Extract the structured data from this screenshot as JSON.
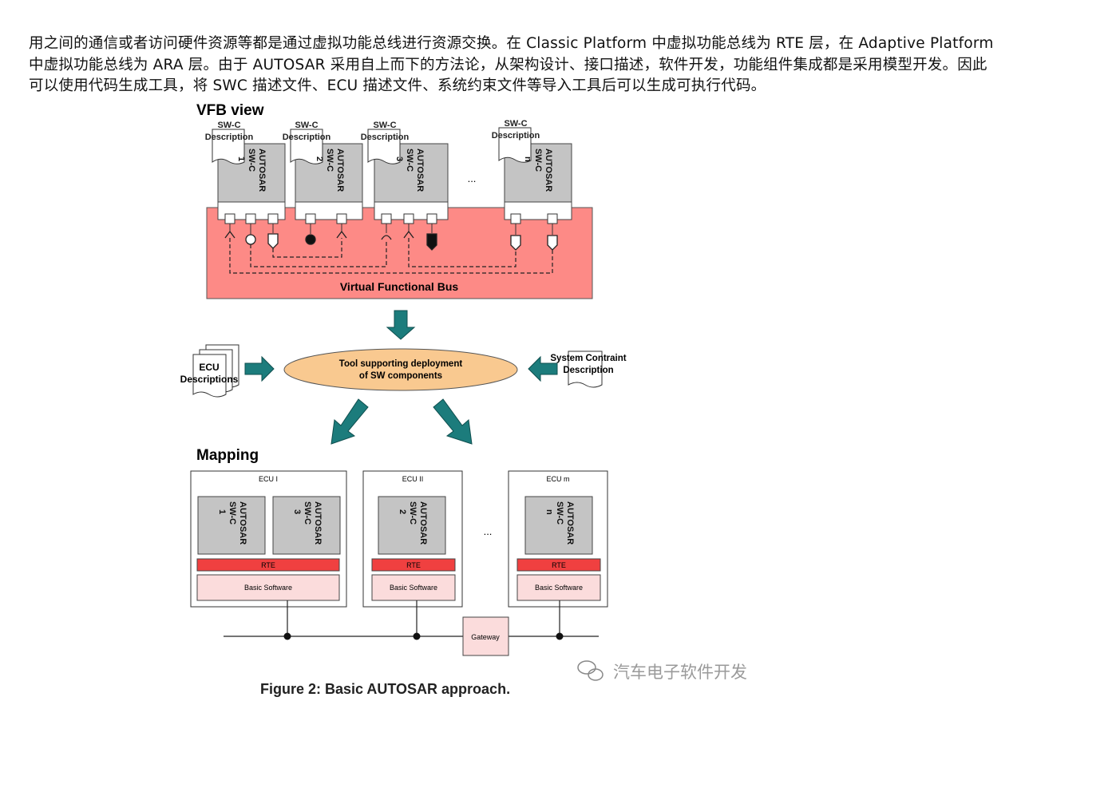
{
  "paragraph": [
    "用之间的通信或者访问硬件资源等都是通过虚拟功能总线进行资源交换。在 Classic Platform 中虚拟功能总线为 RTE 层，在 Adaptive Platform",
    "中虚拟功能总线为 ARA 层。由于 AUTOSAR 采用自上而下的方法论，从架构设计、接口描述，软件开发，功能组件集成都是采用模型开发。因此",
    "可以使用代码生成工具，将 SWC 描述文件、ECU 描述文件、系统约束文件等导入工具后可以生成可执行代码。"
  ],
  "figure": {
    "vfb_title": "VFB view",
    "swc_desc_line1": "SW-C",
    "swc_desc_line2": "Description",
    "swc_blocks": [
      {
        "l1": "AUTOSAR",
        "l2": "SW-C",
        "l3": "1"
      },
      {
        "l1": "AUTOSAR",
        "l2": "SW-C",
        "l3": "2"
      },
      {
        "l1": "AUTOSAR",
        "l2": "SW-C",
        "l3": "3"
      },
      {
        "l1": "AUTOSAR",
        "l2": "SW-C",
        "l3": "n"
      }
    ],
    "ellipsis": "...",
    "vfb_label": "Virtual Functional Bus",
    "tool_line1": "Tool supporting deployment",
    "tool_line2": "of SW components",
    "ecu_desc_line1": "ECU",
    "ecu_desc_line2": "Descriptions",
    "sys_desc_line1": "System Contraint",
    "sys_desc_line2": "Description",
    "mapping_title": "Mapping",
    "ecus": [
      {
        "name": "ECU I"
      },
      {
        "name": "ECU II"
      },
      {
        "name": "ECU m"
      }
    ],
    "rte": "RTE",
    "bsw": "Basic Software",
    "gateway": "Gateway",
    "caption": "Figure 2: Basic AUTOSAR approach.",
    "watermark": "汽车电子软件开发",
    "colors": {
      "vfb_bg": "#fd8a86",
      "swc_fill": "#c4c4c4",
      "rte": "#f04040",
      "bsw": "#fbdcdc",
      "arrow": "#1c7c7c",
      "ellipse": "#f9c990"
    }
  }
}
